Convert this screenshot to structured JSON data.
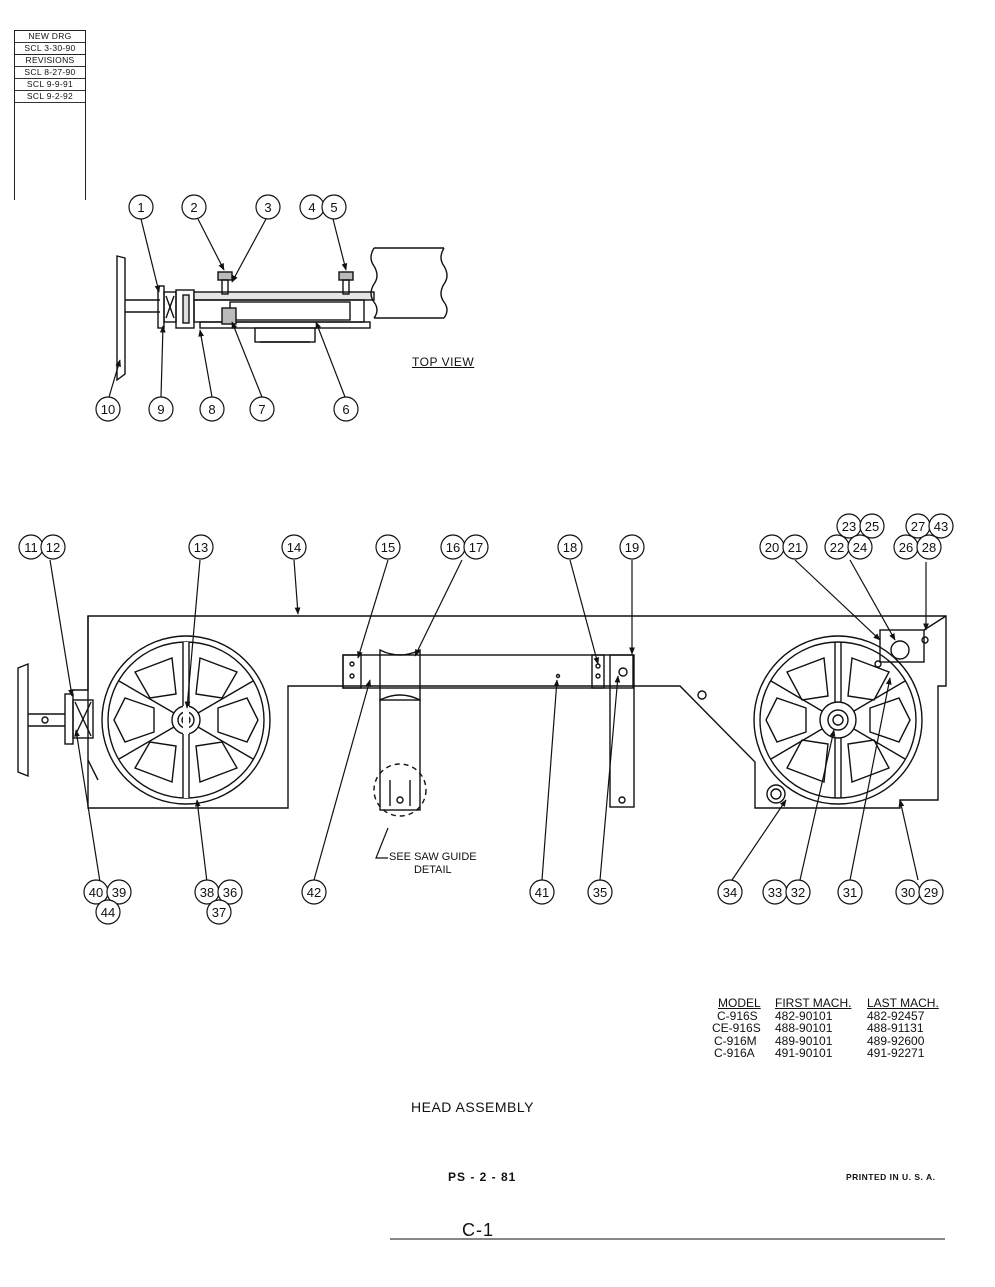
{
  "revision_block": {
    "new_drg_heading": "NEW DRG",
    "new_drg_entry": "SCL 3-30-90",
    "revisions_heading": "REVISIONS",
    "revisions": [
      "SCL 8-27-90",
      "SCL 9-9-91",
      "SCL 9-2-92"
    ]
  },
  "top_view_label": "TOP VIEW",
  "callouts_top": [
    "1",
    "2",
    "3",
    "4",
    "5",
    "10",
    "9",
    "8",
    "7",
    "6"
  ],
  "callouts_main": [
    "11",
    "12",
    "13",
    "14",
    "15",
    "16",
    "17",
    "18",
    "19",
    "20",
    "21",
    "23",
    "25",
    "22",
    "24",
    "27",
    "43",
    "26",
    "28",
    "40",
    "39",
    "44",
    "38",
    "36",
    "37",
    "42",
    "41",
    "35",
    "34",
    "33",
    "32",
    "31",
    "30",
    "29"
  ],
  "saw_guide_note": {
    "line1": "SEE SAW GUIDE",
    "line2": "DETAIL"
  },
  "model_table": {
    "headers": [
      "MODEL",
      "FIRST MACH.",
      "LAST MACH."
    ],
    "rows": [
      [
        "C-916S",
        "482-90101",
        "482-92457"
      ],
      [
        "CE-916S",
        "488-90101",
        "488-91131"
      ],
      [
        "C-916M",
        "489-90101",
        "489-92600"
      ],
      [
        "C-916A",
        "491-90101",
        "491-92271"
      ]
    ]
  },
  "title": "HEAD ASSEMBLY",
  "page_code": "PS - 2 - 81",
  "printed_note": "PRINTED IN U. S. A.",
  "page_number": "C-1"
}
